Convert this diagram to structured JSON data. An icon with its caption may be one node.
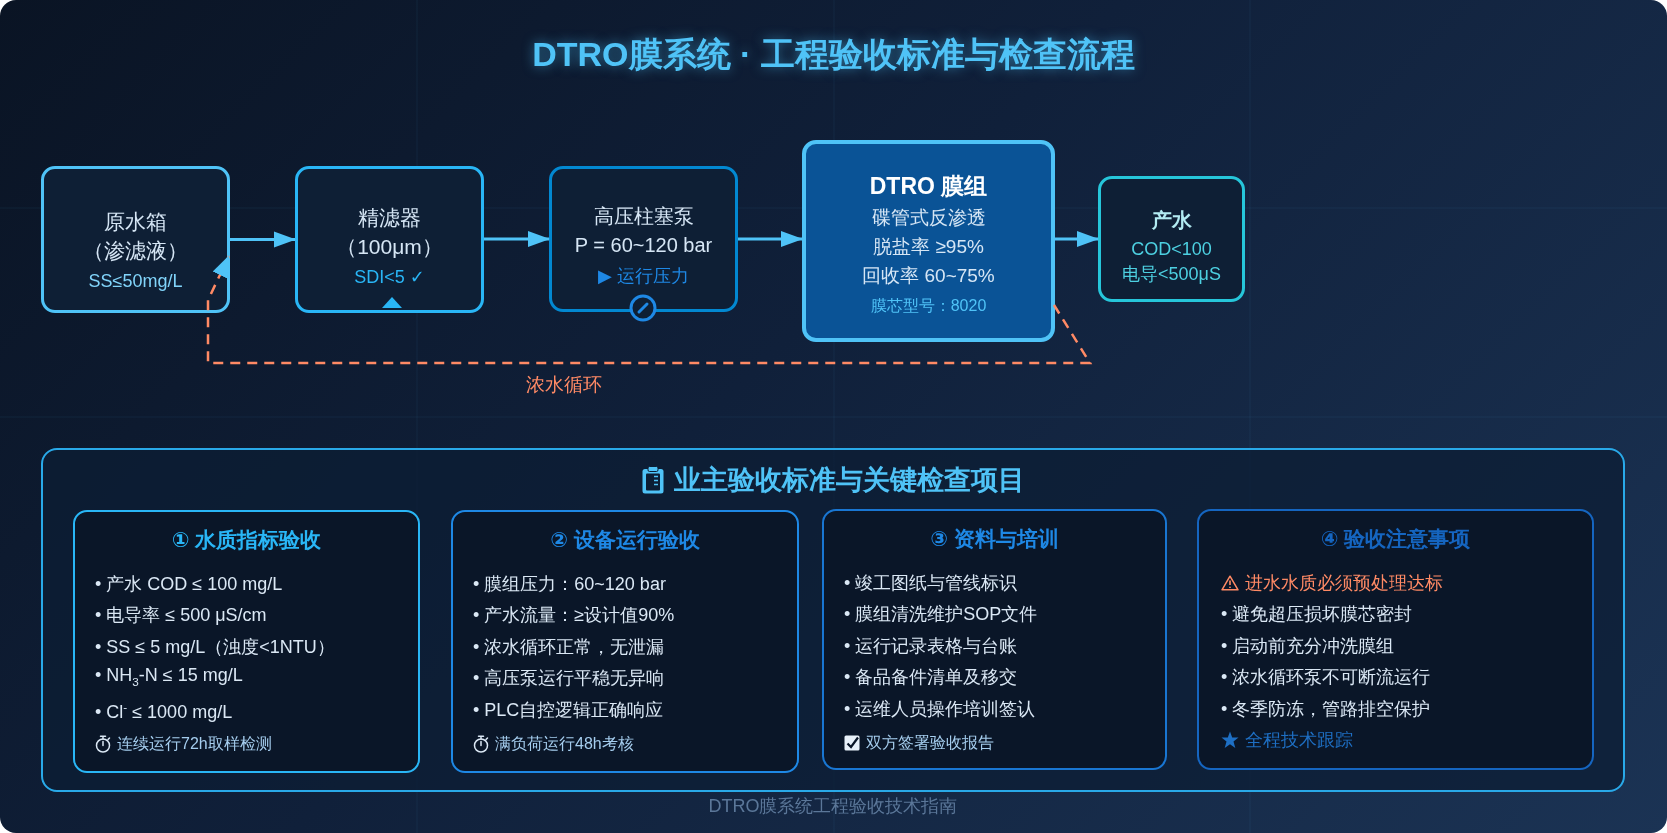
{
  "diagram": {
    "title": "DTRO膜系统 · 工程验收标准与检查流程",
    "nodes": [
      {
        "text": [
          "原水箱",
          "（渗滤液）",
          "SS≤50mg/L"
        ]
      },
      {
        "text": [
          "精滤器",
          "（100μm）",
          "SDI<5 ✓"
        ]
      },
      {
        "text": [
          "高压柱塞泵",
          "P = 60~120 bar",
          "▶ 运行压力"
        ]
      },
      {
        "text": [
          "DTRO 膜组",
          "碟管式反渗透",
          "脱盐率 ≥95%",
          "回收率 60~75%",
          "膜芯型号：8020"
        ]
      },
      {
        "text": [
          "产水",
          "COD<100",
          "电导<500μS"
        ]
      },
      {
        "text": [
          "业主验收标准与关键检查项目"
        ]
      },
      {
        "text": [
          "① 水质指标验收",
          "• 产水 COD ≤ 100 mg/L",
          "• 电导率 ≤ 500 μS/cm",
          "• SS ≤ 5 mg/L（浊度<1NTU）",
          "• NH$_{3}$-N ≤ 15 mg/L",
          "• Cl$^{-}$ ≤ 1000 mg/L",
          "连续运行72h取样检测"
        ],
        "in": 5
      },
      {
        "text": [
          "② 设备运行验收",
          "• 膜组压力：60~120 bar",
          "• 产水流量：≥设计值90%",
          "• 浓水循环正常，无泄漏",
          "• 高压泵运行平稳无异响",
          "• PLC自控逻辑正确响应",
          "满负荷运行48h考核"
        ],
        "in": 5
      },
      {
        "text": [
          "③ 资料与培训",
          "• 竣工图纸与管线标识",
          "• 膜组清洗维护SOP文件",
          "• 运行记录表格与台账",
          "• 备品备件清单及移交",
          "• 运维人员操作培训签认",
          "双方签署验收报告"
        ],
        "in": 5
      },
      {
        "text": [
          "④ 验收注意事项",
          "进水水质必须预处理达标",
          "• 避免超压损坏膜芯密封",
          "• 启动前充分冲洗膜组",
          "• 浓水循环泵不可断流运行",
          "• 冬季防冻，管路排空保护",
          "全程技术跟踪"
        ],
        "in": 5
      }
    ],
    "edges": [
      {
        "from": 0,
        "to": 1,
        "arrow": "to"
      },
      {
        "from": 1,
        "to": 2,
        "arrow": "to"
      },
      {
        "from": 2,
        "to": 3,
        "arrow": "to"
      },
      {
        "from": 3,
        "to": 4,
        "arrow": "to"
      },
      {
        "from": 3,
        "to": 0,
        "arrow": "to",
        "label": "浓水循环",
        "style": "dashed",
        "color": "#ff8a65"
      }
    ],
    "labels": [
      "DTRO膜系统工程验收技术指南"
    ]
  }
}
